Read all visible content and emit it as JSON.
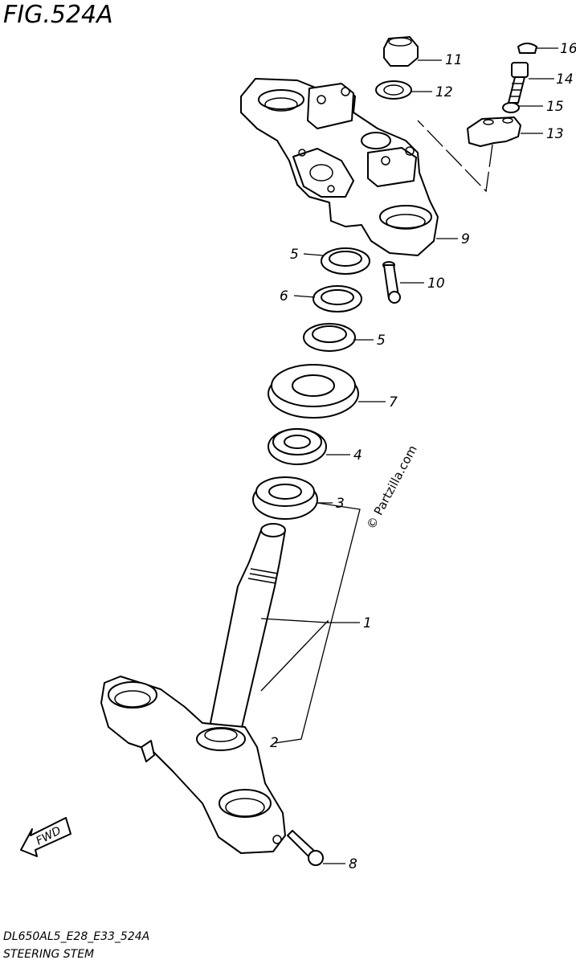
{
  "figure": {
    "title": "FIG.524A",
    "model_code": "DL650AL5_E28_E33_524A",
    "section_name": "STEERING STEM"
  },
  "watermark": "© Partzilla.com",
  "direction_arrow": {
    "label": "FWD",
    "icon": "fwd-arrow-icon"
  },
  "callouts": [
    {
      "num": "16"
    },
    {
      "num": "11"
    },
    {
      "num": "14"
    },
    {
      "num": "12"
    },
    {
      "num": "15"
    },
    {
      "num": "13"
    },
    {
      "num": "9"
    },
    {
      "num": "5"
    },
    {
      "num": "10"
    },
    {
      "num": "6"
    },
    {
      "num": "5"
    },
    {
      "num": "7"
    },
    {
      "num": "4"
    },
    {
      "num": "3"
    },
    {
      "num": "1"
    },
    {
      "num": "2"
    },
    {
      "num": "8"
    }
  ]
}
